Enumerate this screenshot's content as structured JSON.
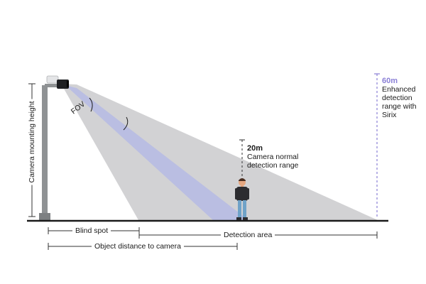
{
  "colors": {
    "beam": "#d2d2d4",
    "inner_beam": "#b8bce0",
    "ground": "#1a1a1a",
    "pole": "#8f9294",
    "accent": "#8a7fd6",
    "dim_line": "#333333"
  },
  "icons": [
    "camera-icon",
    "person-icon"
  ],
  "labels": {
    "mounting_height": "Camera mounting height",
    "fov": "FOV",
    "normal_value": "20m",
    "normal_text": [
      "Camera normal",
      "detection range"
    ],
    "enhanced_value": "60m",
    "enhanced_text": [
      "Enhanced",
      "detection",
      "range with",
      "Sirix"
    ],
    "blind_spot": "Blind spot",
    "detection_area": "Detection area",
    "object_distance": "Object distance to camera"
  }
}
